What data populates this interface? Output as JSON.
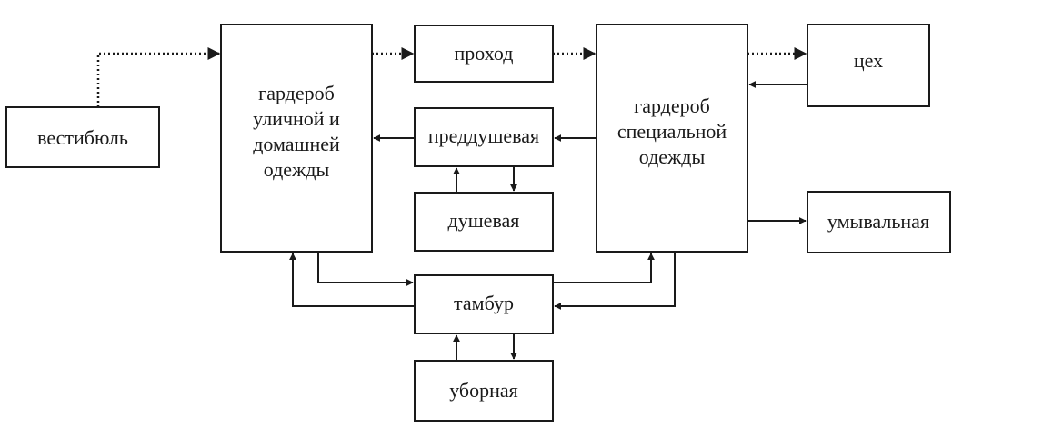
{
  "nodes": {
    "vestibule": "вестибюль",
    "street_wardrobe": [
      "гардероб",
      "уличной и",
      "домашней",
      "одежды"
    ],
    "passage": "проход",
    "pre_shower": "преддушевая",
    "shower": "душевая",
    "special_wardrobe": [
      "гардероб",
      "специальной",
      "одежды"
    ],
    "workshop": "цех",
    "washroom": "умывальная",
    "vestibule_airlock": "тамбур",
    "toilet": "уборная"
  }
}
